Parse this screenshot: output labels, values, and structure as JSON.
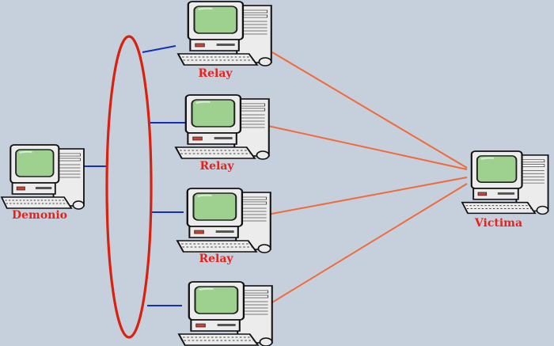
{
  "diagram": {
    "colors": {
      "background": "#c5d0dc",
      "label": "#e8211c",
      "blue_link": "#1430b8",
      "orange_link": "#f06a3a",
      "ellipse": "#d8220f",
      "screen": "#9ed08f",
      "case": "#ececec",
      "outline": "#111111"
    },
    "nodes": {
      "demonio": {
        "label": "Demonio",
        "icon": "computer-icon"
      },
      "relay_1": {
        "label": "Relay",
        "icon": "computer-icon"
      },
      "relay_2": {
        "label": "Relay",
        "icon": "computer-icon"
      },
      "relay_3": {
        "label": "Relay",
        "icon": "computer-icon"
      },
      "relay_4": {
        "label": "",
        "icon": "computer-icon"
      },
      "victima": {
        "label": "Victima",
        "icon": "computer-icon"
      }
    }
  }
}
